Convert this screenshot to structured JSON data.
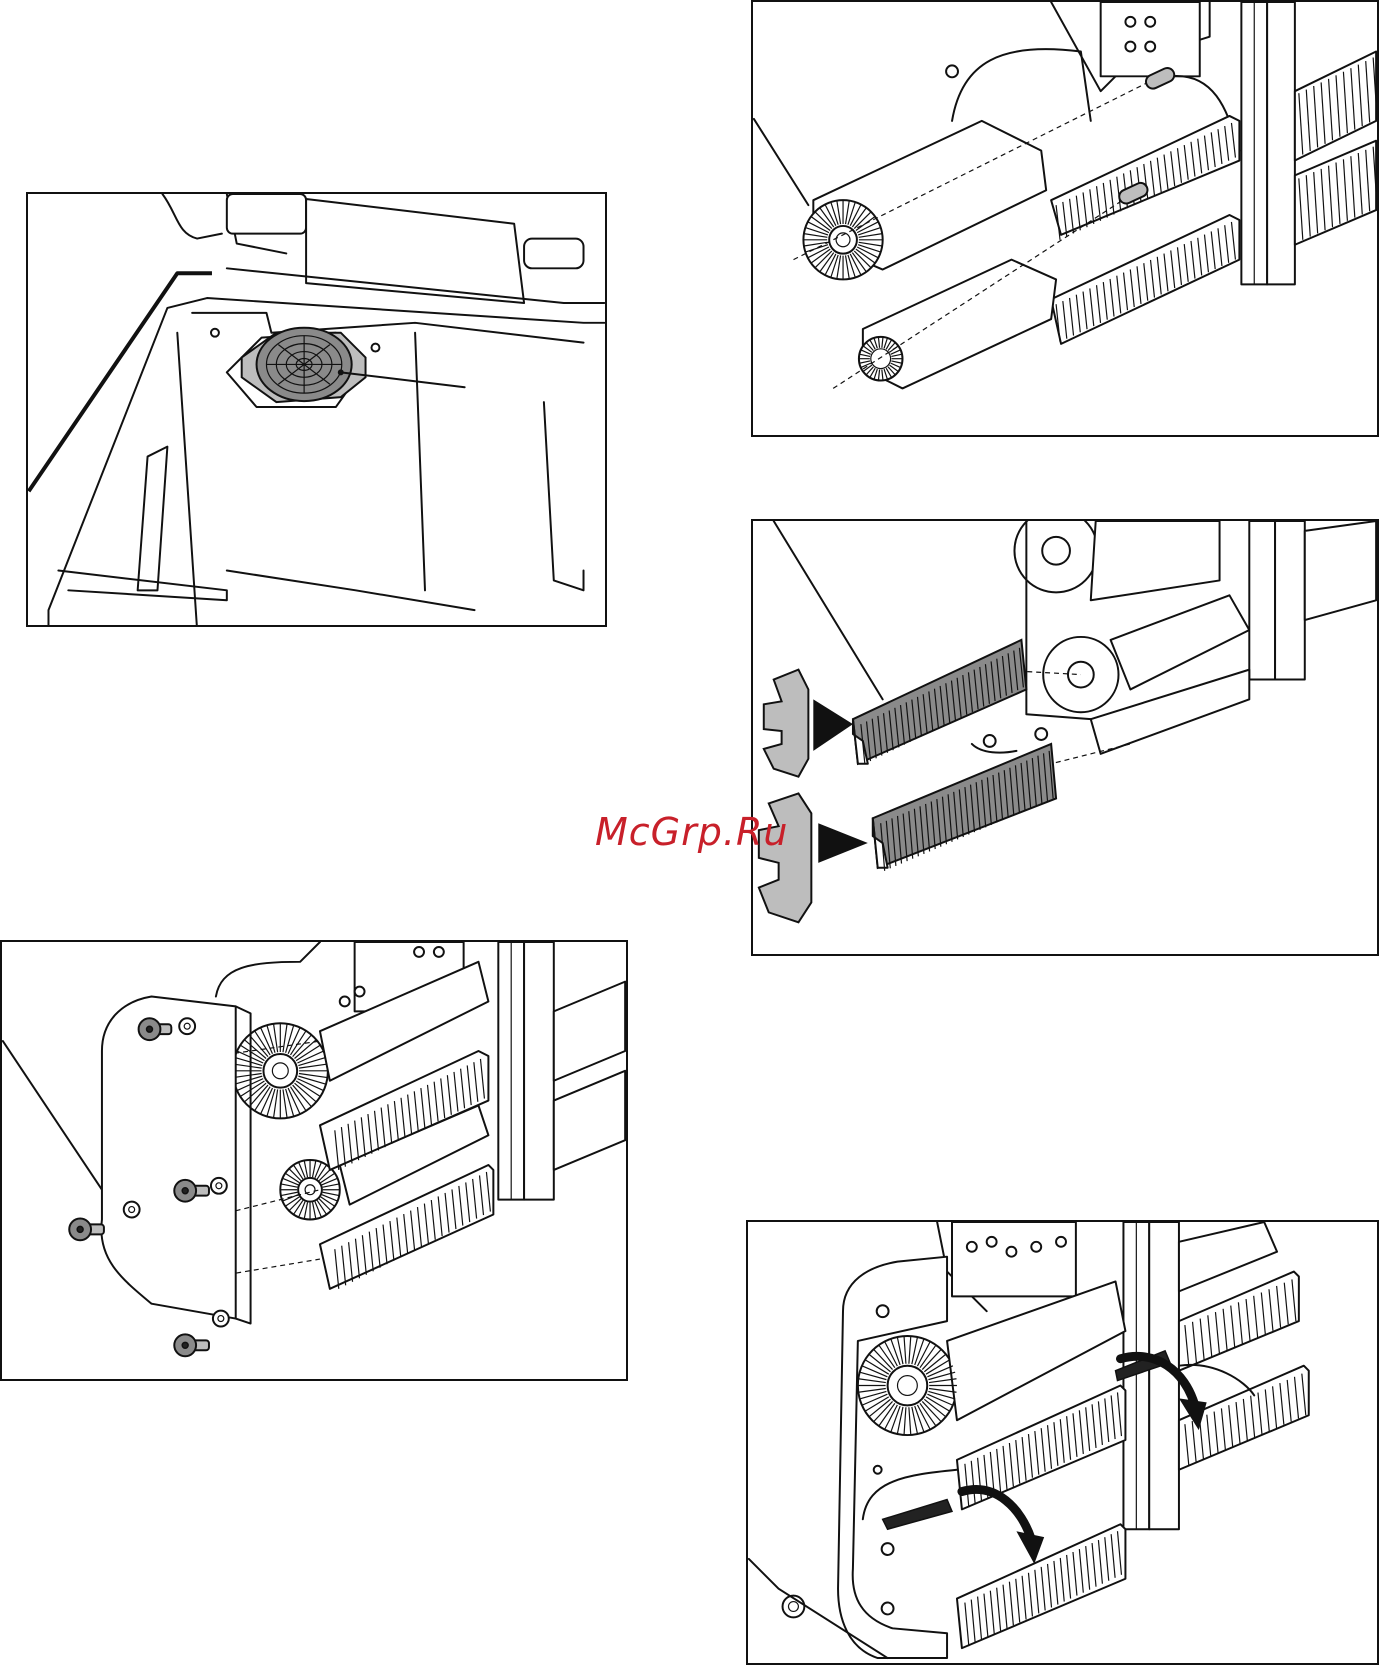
{
  "watermark": {
    "text": "McGrp.Ru",
    "color": "#c8202a"
  },
  "figures": [
    {
      "id": "fig-lid-filter",
      "icons": [
        "filter-disc-icon",
        "callout-line"
      ]
    },
    {
      "id": "fig-brush-removal",
      "icons": [
        "brush-roller-icon",
        "ribbed-rail-icon",
        "callout-line"
      ]
    },
    {
      "id": "fig-rail-insert",
      "icons": [
        "end-cap-icon",
        "arrow-icon",
        "ribbed-rail-icon"
      ]
    },
    {
      "id": "fig-side-plate",
      "icons": [
        "side-plate-icon",
        "screw-icon",
        "brush-roller-icon"
      ]
    },
    {
      "id": "fig-rail-unclip",
      "icons": [
        "curved-arrow-icon",
        "ribbed-rail-icon",
        "latch-icon"
      ]
    }
  ]
}
